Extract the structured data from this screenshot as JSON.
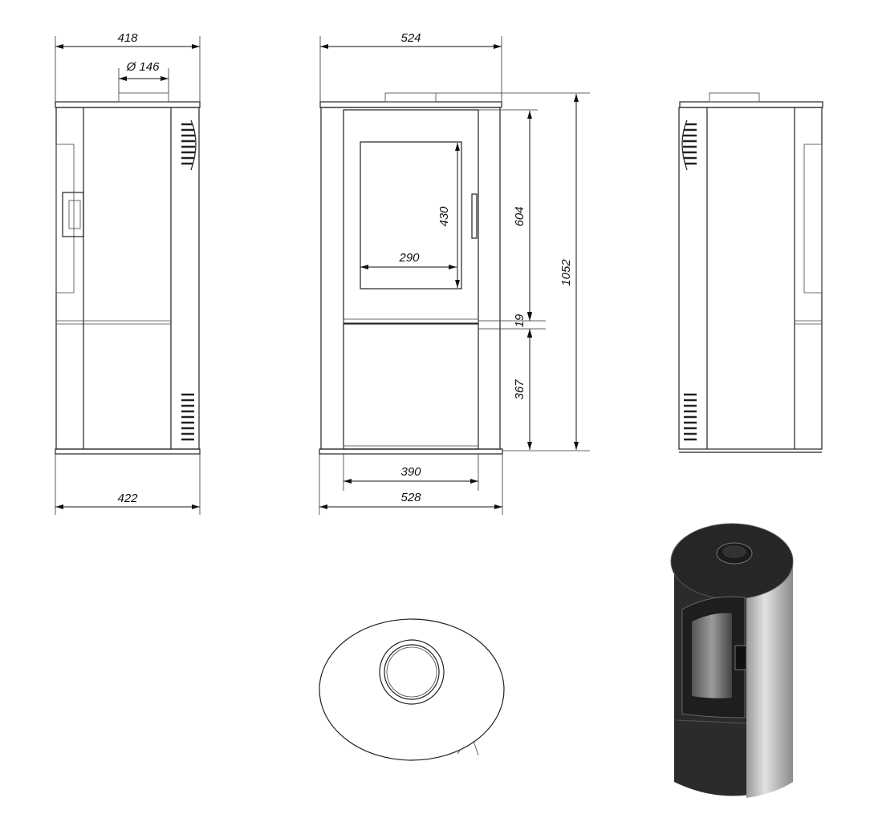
{
  "dimensions": {
    "side_top_width": "418",
    "flue_diameter": "Ø 146",
    "side_base_width": "422",
    "front_top_width": "524",
    "front_base_width": "528",
    "door_width": "390",
    "glass_width": "290",
    "glass_height": "430",
    "door_height": "604",
    "gap": "19",
    "lower_height": "367",
    "total_height": "1052"
  },
  "colors": {
    "line": "#222222",
    "render_body": "#2b2b2b",
    "render_side": "#c9c9c9"
  }
}
